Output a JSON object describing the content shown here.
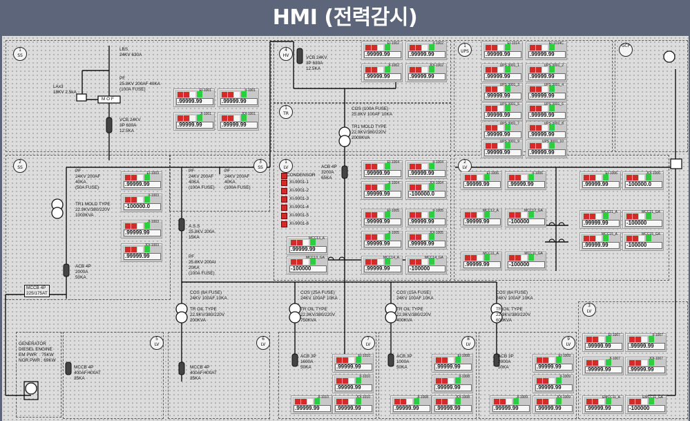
{
  "window_title": "HMI (전력감시)",
  "sections": [
    {
      "top": "1",
      "bottom": "SS"
    },
    {
      "top": "4",
      "bottom": "HV"
    },
    {
      "top": "1",
      "bottom": "TR"
    },
    {
      "top": "1",
      "bottom": "UPS"
    },
    {
      "top": "GCP",
      "bottom": ""
    },
    {
      "top": "2",
      "bottom": "SS"
    },
    {
      "top": "3",
      "bottom": "SS"
    },
    {
      "top": "1",
      "bottom": "LV"
    },
    {
      "top": "2",
      "bottom": "LV"
    },
    {
      "top": "3",
      "bottom": "LV"
    },
    {
      "top": "5",
      "bottom": "LV"
    },
    {
      "top": "6",
      "bottom": "LV"
    },
    {
      "top": "7",
      "bottom": "LV"
    },
    {
      "top": "8",
      "bottom": "LV"
    },
    {
      "top": "9",
      "bottom": "LV"
    }
  ],
  "labels": {
    "lbs": "LBS\n24KV 630A",
    "pf1": "PF\n25.8KV 200AF 40KA\n(100A FUSE)",
    "lax": "LAx3\n18KV 2.5kA",
    "mof": "M O F",
    "vcb1": "VCB 24KV\n3P 630A\n12.5KA",
    "vcb2": "VCB 24KV\n3P 630A\n12.5KA",
    "cos_tr1": "COS (100A FUSE)\n25.8KV 100AF 10KA",
    "tr1_mold_a": "TR1 MOLD TYPE\n22.9KV/380/220V\n2000KVA",
    "pf_2ss_a": "PF\n24KV 200AF\n40KA\n(50A FUSE)",
    "pf_2ss_b": "PF\n24KV 200AF\n40KA\n(100A FUSE)",
    "pf_3ss": "PF\n24KV 200AF\n40KA\n(100A FUSE)",
    "tr1_mold_b": "TR1 MOLD TYPE\n22.9KV/380/220V\n1000KVA",
    "acb_2ss": "ACB 4P\n2000A\n50KA",
    "mccb_main": "MCCB 4P\n225/175AT",
    "ass": "A.S.S\n25.8KV 200A\n15KA",
    "pf_ass": "PF\n25.8KV 200AI\n20KA\n(100A FUSE)",
    "acb_1lv": "ACB 4P\n3200A\n65KA",
    "condensor": "CONDENSOR",
    "cond_items": [
      "XI-9001-1",
      "XI-9001-2",
      "XI-9001-3",
      "XI-9001-4",
      "XI-9001-5",
      "XI-9001-6"
    ],
    "cos1": "COS (8A FUSE)\n24KV 100AF 10KA",
    "tr_oil1": "TR OIL TYPE\n22.9KV/380/220V\n200KVA",
    "cos2": "COS (25A FUSE)\n24KV 100AF 10KA",
    "tr_oil2": "TR OIL TYPE\n22.9KV/380/220V\n750KVA",
    "cos3": "COS (15A FUSE)\n24KV 100AF 10KA",
    "tr_oil3": "TR OIL TYPE\n22.9KV/380/220V\n400KVA",
    "cos4": "COS (8A FUSE)\n24KV 100AF 10KA",
    "tr_oil4": "TR OIL TYPE\n22.9KV/380/220V\n600KVA",
    "generator": "GENERATOR\nDIESEL ENGINE\nEM PWR  : 75KW\nNOR PWR : 69KW",
    "mccb_5lv": "MCCB 4P\n400AF/400AT\n35KA",
    "mccb_6lv": "MCCB 4P\n400AF/400AT\n35KA",
    "acb_7lv": "ACB 3P\n1600A\n50KA",
    "acb_8lv": "ACB 3P\n1000A\n50KA",
    "acb_9lv": "ACB 3P\n2000A\n50KA"
  },
  "meters": [
    {
      "id": "EI-1001",
      "value": ".99999.99"
    },
    {
      "id": "II-1001",
      "value": ".99999.99"
    },
    {
      "id": "JI-1001",
      "value": ".99999.99"
    },
    {
      "id": "JQI-1001",
      "value": ".99999.99"
    },
    {
      "id": "EI-1002",
      "value": ".99999.99"
    },
    {
      "id": "II-1002",
      "value": ".99999.99"
    },
    {
      "id": "JI-1002",
      "value": ".99999.99"
    },
    {
      "id": "JQI-1002",
      "value": ".99999.99"
    },
    {
      "id": "EI-1014",
      "value": ".99999.99"
    },
    {
      "id": "EI-1014C",
      "value": ".99999.99"
    },
    {
      "id": "UPS 3001_1",
      "value": ".99999.99"
    },
    {
      "id": "UPS 3001_2",
      "value": ".99999.99"
    },
    {
      "id": "UPS 3001_3",
      "value": ".99999.99"
    },
    {
      "id": "UPS 3001_4",
      "value": ".99999.99"
    },
    {
      "id": "UPS 3001_5",
      "value": ".99999.99"
    },
    {
      "id": "UPS 3001_6",
      "value": ".99999.99"
    },
    {
      "id": "UPS 3001_7",
      "value": ".99999.99"
    },
    {
      "id": "UPS 3001_8",
      "value": ".99999.99"
    },
    {
      "id": "UPS 3001_9",
      "value": ".99999.99"
    },
    {
      "id": "UPS 3001_10",
      "value": ".99999.99"
    },
    {
      "id": "EI-1003",
      "value": ".99999.99"
    },
    {
      "id": "II-1003",
      "value": "-100000.0"
    },
    {
      "id": "JI-1003",
      "value": ".99999.99"
    },
    {
      "id": "JQI-1003",
      "value": ".99999.99"
    },
    {
      "id": "EI-1004",
      "value": ".99999.99"
    },
    {
      "id": "II-1004",
      "value": ".99999.99"
    },
    {
      "id": "JI-1004",
      "value": ".99999.99"
    },
    {
      "id": "JQI-1004",
      "value": "-100000.0"
    },
    {
      "id": "EI-1005",
      "value": ".99999.99"
    },
    {
      "id": "II-1005",
      "value": ".99999.99"
    },
    {
      "id": "JI-1005",
      "value": ".99999.99"
    },
    {
      "id": "JQI-1005",
      "value": ".99999.99"
    },
    {
      "id": "MCC13_A",
      "value": ".99999.99"
    },
    {
      "id": "MCC13_GA",
      "value": "-100000"
    },
    {
      "id": "MCC14_A",
      "value": ".99999.99"
    },
    {
      "id": "MCC14_GA",
      "value": "-100000"
    },
    {
      "id": "EI-1006",
      "value": ".99999.99"
    },
    {
      "id": "II-1006",
      "value": ".99999.99"
    },
    {
      "id": "EI-1006",
      "value": ".99999.99"
    },
    {
      "id": "JQI-1006",
      "value": "-100000.0"
    },
    {
      "id": "MCC12_A",
      "value": ".99999.99"
    },
    {
      "id": "MCC12_GA",
      "value": "-100000"
    },
    {
      "id": "MCC21_A",
      "value": ".99999.99"
    },
    {
      "id": "MCC21_GA",
      "value": "-100000"
    },
    {
      "id": "MCC15_A",
      "value": ".99999.99"
    },
    {
      "id": "MCC15_GA",
      "value": "-100000"
    },
    {
      "id": "MCC11_A",
      "value": ".99999.99"
    },
    {
      "id": "MCC11_GA",
      "value": "-100000"
    },
    {
      "id": "EI-1007",
      "value": ".99999.99"
    },
    {
      "id": "II-1007",
      "value": ".99999.99"
    },
    {
      "id": "JI-1007",
      "value": ".99999.99"
    },
    {
      "id": "JQI-1007",
      "value": ".99999.99"
    },
    {
      "id": "EMCC11_A",
      "value": ".99999.99"
    },
    {
      "id": "EMCC11_GA",
      "value": "-100000"
    },
    {
      "id": "EI-1010",
      "value": ".99999.99"
    },
    {
      "id": "II-1010",
      "value": ".99999.99"
    },
    {
      "id": "JI-1010",
      "value": ".99999.99"
    },
    {
      "id": "JQI-1010",
      "value": ".99999.99"
    },
    {
      "id": "EI-1008",
      "value": ".99999.99"
    },
    {
      "id": "II-1008",
      "value": ".99999.99"
    },
    {
      "id": "JI-1008",
      "value": ".99999.99"
    },
    {
      "id": "JQI-1008",
      "value": ".99999.99"
    },
    {
      "id": "EI-1009",
      "value": ".99999.99"
    },
    {
      "id": "II-1009",
      "value": ".99999.99"
    },
    {
      "id": "JI-1009",
      "value": ".99999.99"
    },
    {
      "id": "JQI-1009",
      "value": ".99999.99"
    }
  ]
}
